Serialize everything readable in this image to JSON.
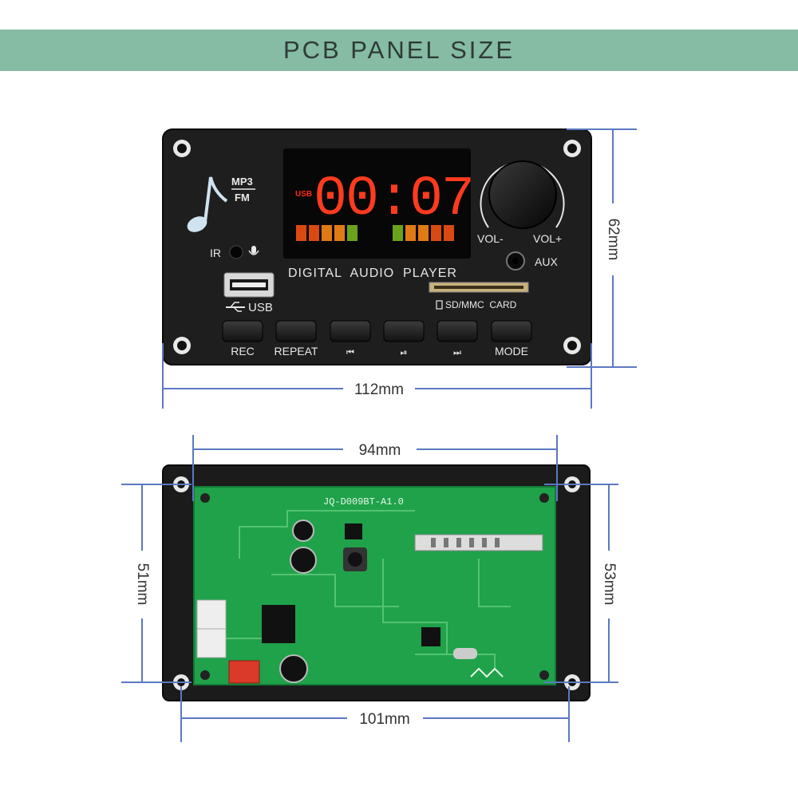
{
  "header": {
    "title": "PCB PANEL SIZE"
  },
  "front_panel": {
    "display_digits": "00:07",
    "display_source": "USB",
    "logo_line1": "MP3",
    "logo_line2": "FM",
    "ir_label": "IR",
    "title_text": "DIGITAL  AUDIO  PLAYER",
    "usb_label": "USB",
    "sd_label": "SD/MMC  CARD",
    "vol_minus": "VOL-",
    "vol_plus": "VOL+",
    "aux_label": "AUX",
    "buttons": [
      "REC",
      "REPEAT",
      "⏮",
      "⏯",
      "⏭",
      "MODE"
    ]
  },
  "back_panel": {
    "board_label": "JQ-D009BT-A1.0"
  },
  "dimensions": {
    "front_width": "112mm",
    "front_height": "62mm",
    "back_top_width": "94mm",
    "back_left_height": "51mm",
    "back_right_height": "53mm",
    "back_bottom_width": "101mm"
  },
  "colors": {
    "banner": "#86bba4",
    "dimension_line": "#5b78c2",
    "panel": "#1f1f1f",
    "display_red": "#ff3b1f",
    "pcb_green": "#1fa24a"
  }
}
